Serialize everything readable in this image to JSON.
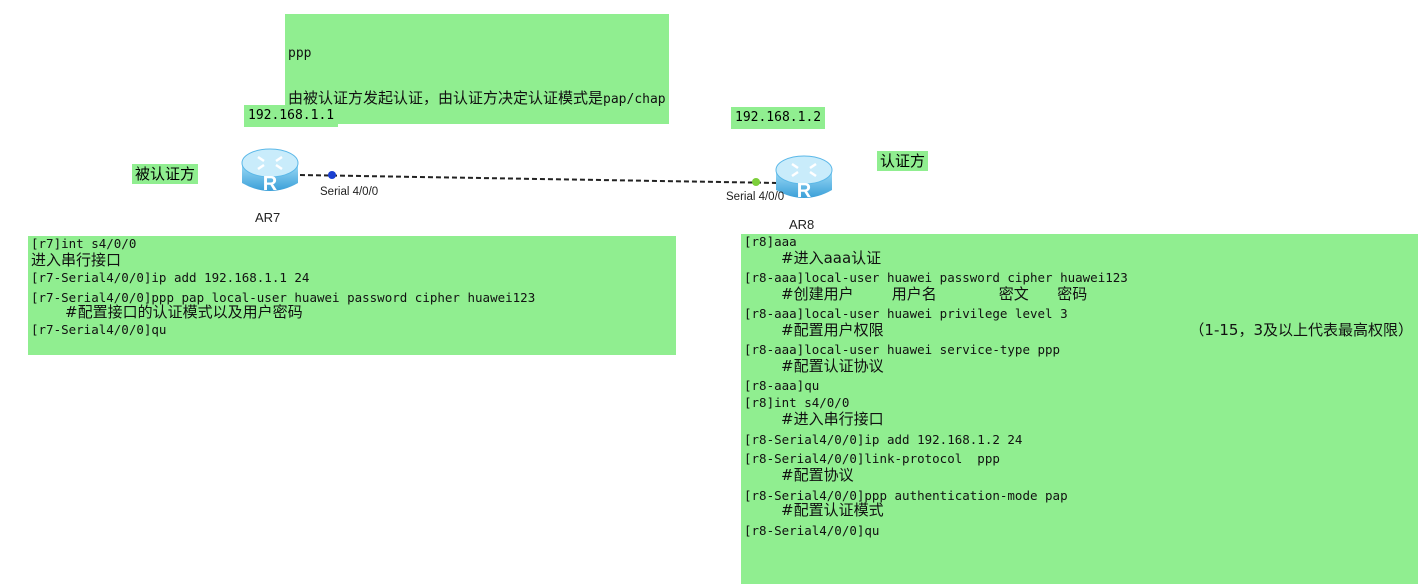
{
  "header_note": {
    "line1": "ppp",
    "line2_zh": "由被认证方发起认证，由认证方决定认证模式是",
    "line2_en": "pap/chap"
  },
  "left_device": {
    "ip": "192.168.1.1",
    "role": "被认证方",
    "name": "AR7",
    "port": "Serial 4/0/0"
  },
  "right_device": {
    "ip": "192.168.1.2",
    "role": "认证方",
    "name": "AR8",
    "port": "Serial 4/0/0"
  },
  "r7_config": [
    {
      "cmd": "[r7]int s4/0/0"
    },
    {
      "desc": "进入串行接口"
    },
    {
      "cmd": "[r7-Serial4/0/0]ip add 192.168.1.1 24"
    },
    {
      "cmd": "[r7-Serial4/0/0]ppp pap local-user huawei password cipher huawei123"
    },
    {
      "desc": "#配置接口的认证模式以及用户密码"
    },
    {
      "cmd": "[r7-Serial4/0/0]qu"
    }
  ],
  "r8_config": [
    {
      "cmd": "[r8]aaa"
    },
    {
      "desc": "#进入aaa认证"
    },
    {
      "cmd": "[r8-aaa]local-user huawei password cipher huawei123"
    },
    {
      "desc": "#创建用户        用户名             密文      密码"
    },
    {
      "cmd": "[r8-aaa]local-user huawei privilege level 3"
    },
    {
      "desc": "#配置用户权限",
      "note": "（1-15，3及以上代表最高权限）"
    },
    {
      "cmd": "[r8-aaa]local-user huawei service-type ppp"
    },
    {
      "desc": "#配置认证协议"
    },
    {
      "cmd": "[r8-aaa]qu"
    },
    {
      "cmd": "[r8]int s4/0/0"
    },
    {
      "desc": "#进入串行接口"
    },
    {
      "cmd": "[r8-Serial4/0/0]ip add 192.168.1.2 24"
    },
    {
      "cmd": "[r8-Serial4/0/0]link-protocol  ppp"
    },
    {
      "desc": "#配置协议"
    },
    {
      "cmd": "[r8-Serial4/0/0]ppp authentication-mode pap"
    },
    {
      "desc": "#配置认证模式"
    },
    {
      "cmd": "[r8-Serial4/0/0]qu"
    }
  ],
  "colors": {
    "note_bg": "#90ee90",
    "router_blue": "#5bb8e8",
    "left_port_dot": "#1a3fd0",
    "right_port_dot": "#7ccf3a",
    "link": "#222222"
  }
}
